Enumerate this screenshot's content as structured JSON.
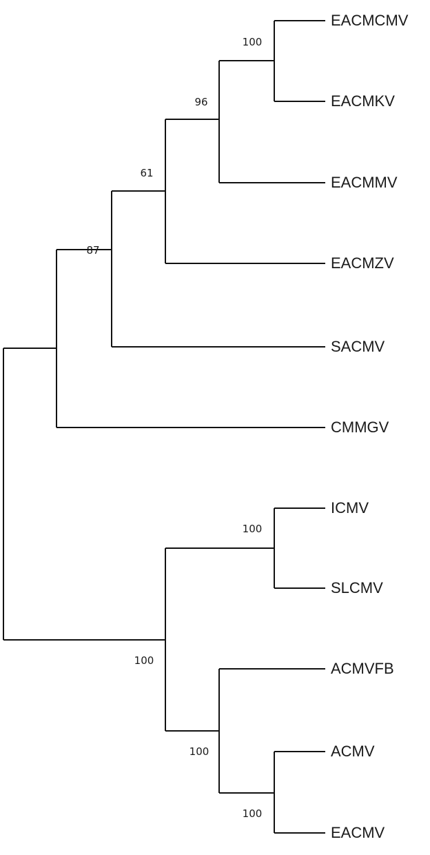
{
  "tree": {
    "leaves": [
      "EACMCMV",
      "EACMKV",
      "EACMMV",
      "EACMZV",
      "SACMV",
      "CMMGV",
      "ICMV",
      "SLCMV",
      "ACMVFB",
      "ACMV",
      "EACMV"
    ],
    "support_values": {
      "EACMCMV_EACMKV": "100",
      "EACMCMV_EACMKV_EACMMV": "96",
      "EACM_group": "61",
      "EACM_SACMV_group": "87",
      "ICMV_SLCMV": "100",
      "ICMV_SLCMV_ACMV_group": "100",
      "ACMVFB_ACMV_EACMV": "100",
      "ACMV_EACMV": "100"
    }
  }
}
